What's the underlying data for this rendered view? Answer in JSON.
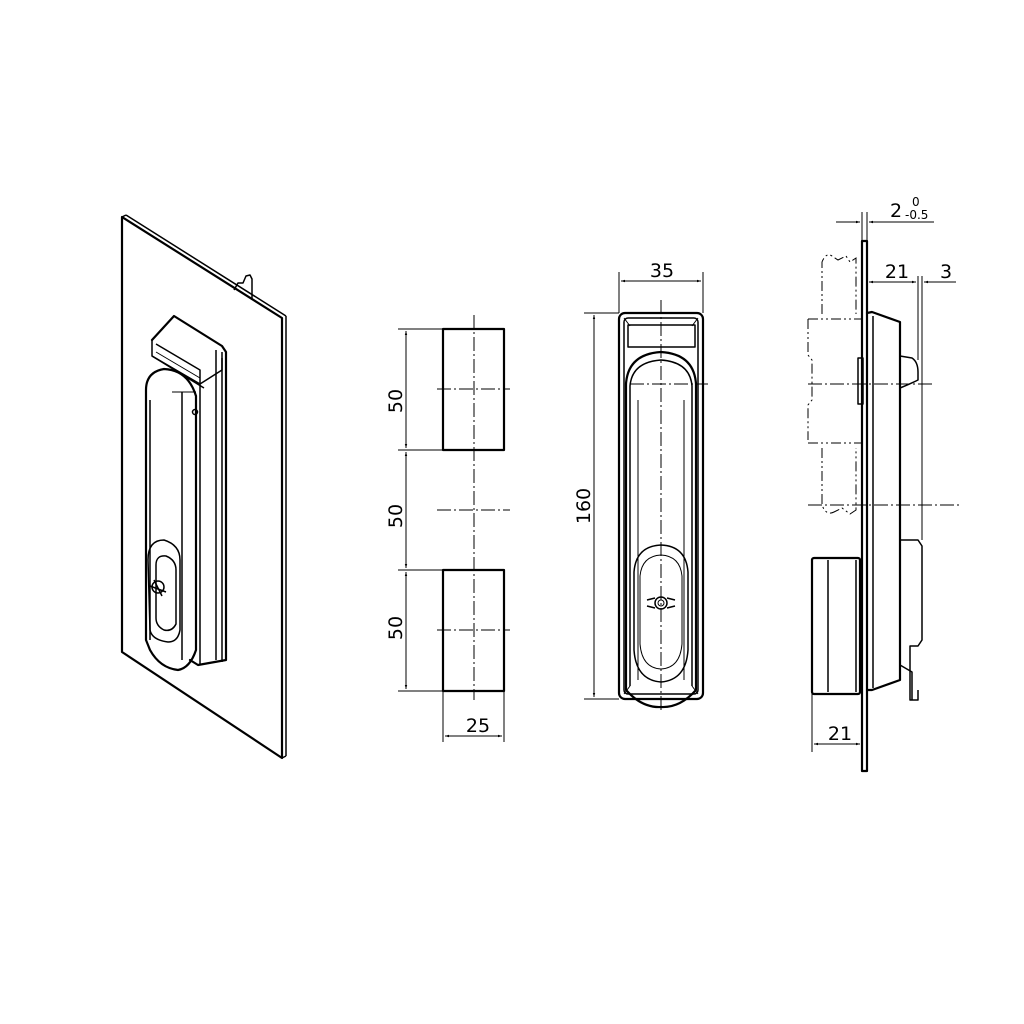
{
  "drawing": {
    "type": "technical-drawing",
    "subject": "swinghandle lock with cutout and mounting dimensions",
    "line_color": "#000000",
    "background": "#ffffff"
  },
  "views": {
    "isometric": {
      "label": "isometric view"
    },
    "cutout": {
      "label": "panel cutout",
      "dims": {
        "top_height": "50",
        "middle_spacing": "50",
        "bottom_height": "50",
        "width": "25"
      }
    },
    "front": {
      "label": "front view",
      "dims": {
        "width": "35",
        "height": "160"
      }
    },
    "side": {
      "label": "side view",
      "dims": {
        "panel_thickness": "2",
        "panel_tol_upper": "0",
        "panel_tol_lower": "-0.5",
        "projection": "21",
        "handle_offset": "3",
        "rear_depth": "21"
      }
    }
  }
}
